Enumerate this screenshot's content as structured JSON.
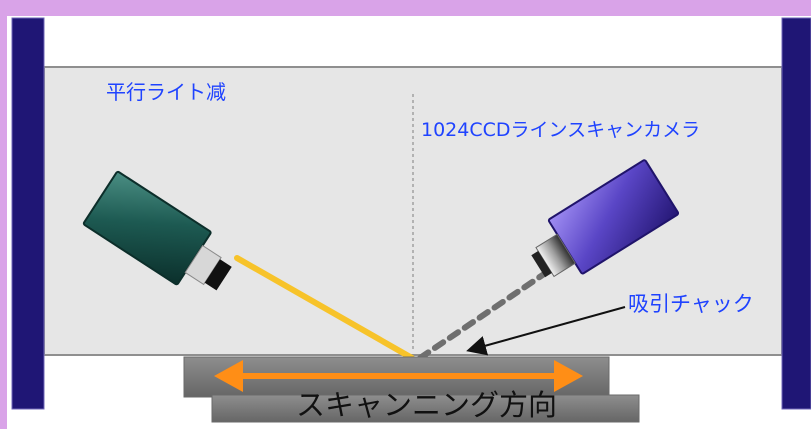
{
  "labels": {
    "light": "平行ライト减",
    "camera": "1024CCDラインスキャンカメラ",
    "chuck": "吸引チャック",
    "scan_direction": "スキャンニング方向"
  },
  "colors": {
    "frame_border": "#d9a3e8",
    "side_bar": "#1f1675",
    "panel_fill": "#e6e6e6",
    "panel_stroke": "#8f8f8f",
    "label_blue": "#1f43ff",
    "light_beam": "#f7c32a",
    "camera_beam": "#6f6f6f",
    "light_body_dark": "#0e3b36",
    "light_body_mid": "#2f6f64",
    "camera_body_dark": "#2f208d",
    "camera_body_mid": "#7462d8",
    "stage_dark": "#7b7b7b",
    "arrow_orange": "#ff8e16"
  }
}
